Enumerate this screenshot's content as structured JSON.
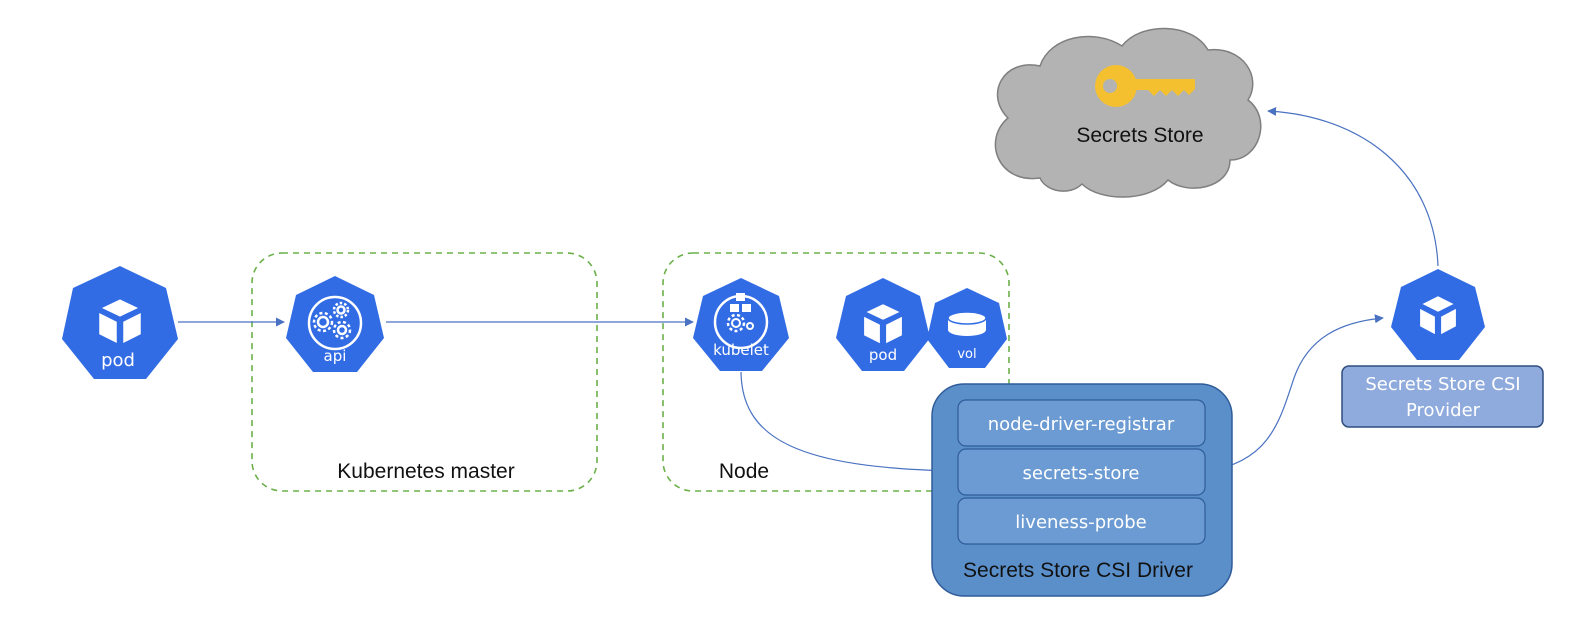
{
  "colors": {
    "k8s_blue": "#326ce5",
    "edge": "#4a72c2",
    "group_border": "#6bb04a",
    "cloud_fill": "#b3b3b3",
    "key": "#f4c02f",
    "driver_fill": "#5b8fca",
    "provider_fill": "#8faadc"
  },
  "nodes": {
    "pod_left": {
      "label": "pod",
      "icon": "cube-icon"
    },
    "api": {
      "label": "api",
      "icon": "gears-icon"
    },
    "kubelet": {
      "label": "kubelet",
      "icon": "cubes-gear-icon"
    },
    "pod_node": {
      "label": "pod",
      "icon": "cube-icon"
    },
    "vol": {
      "label": "vol",
      "icon": "disk-icon"
    },
    "provider": {
      "label": "",
      "icon": "cube-icon"
    }
  },
  "groups": {
    "master": {
      "label": "Kubernetes master"
    },
    "node": {
      "label": "Node"
    }
  },
  "cloud": {
    "label": "Secrets Store",
    "icon": "key-icon"
  },
  "driver": {
    "label": "Secrets Store CSI Driver",
    "containers": [
      "node-driver-registrar",
      "secrets-store",
      "liveness-probe"
    ]
  },
  "provider_box": {
    "label_line1": "Secrets Store CSI",
    "label_line2": "Provider"
  }
}
